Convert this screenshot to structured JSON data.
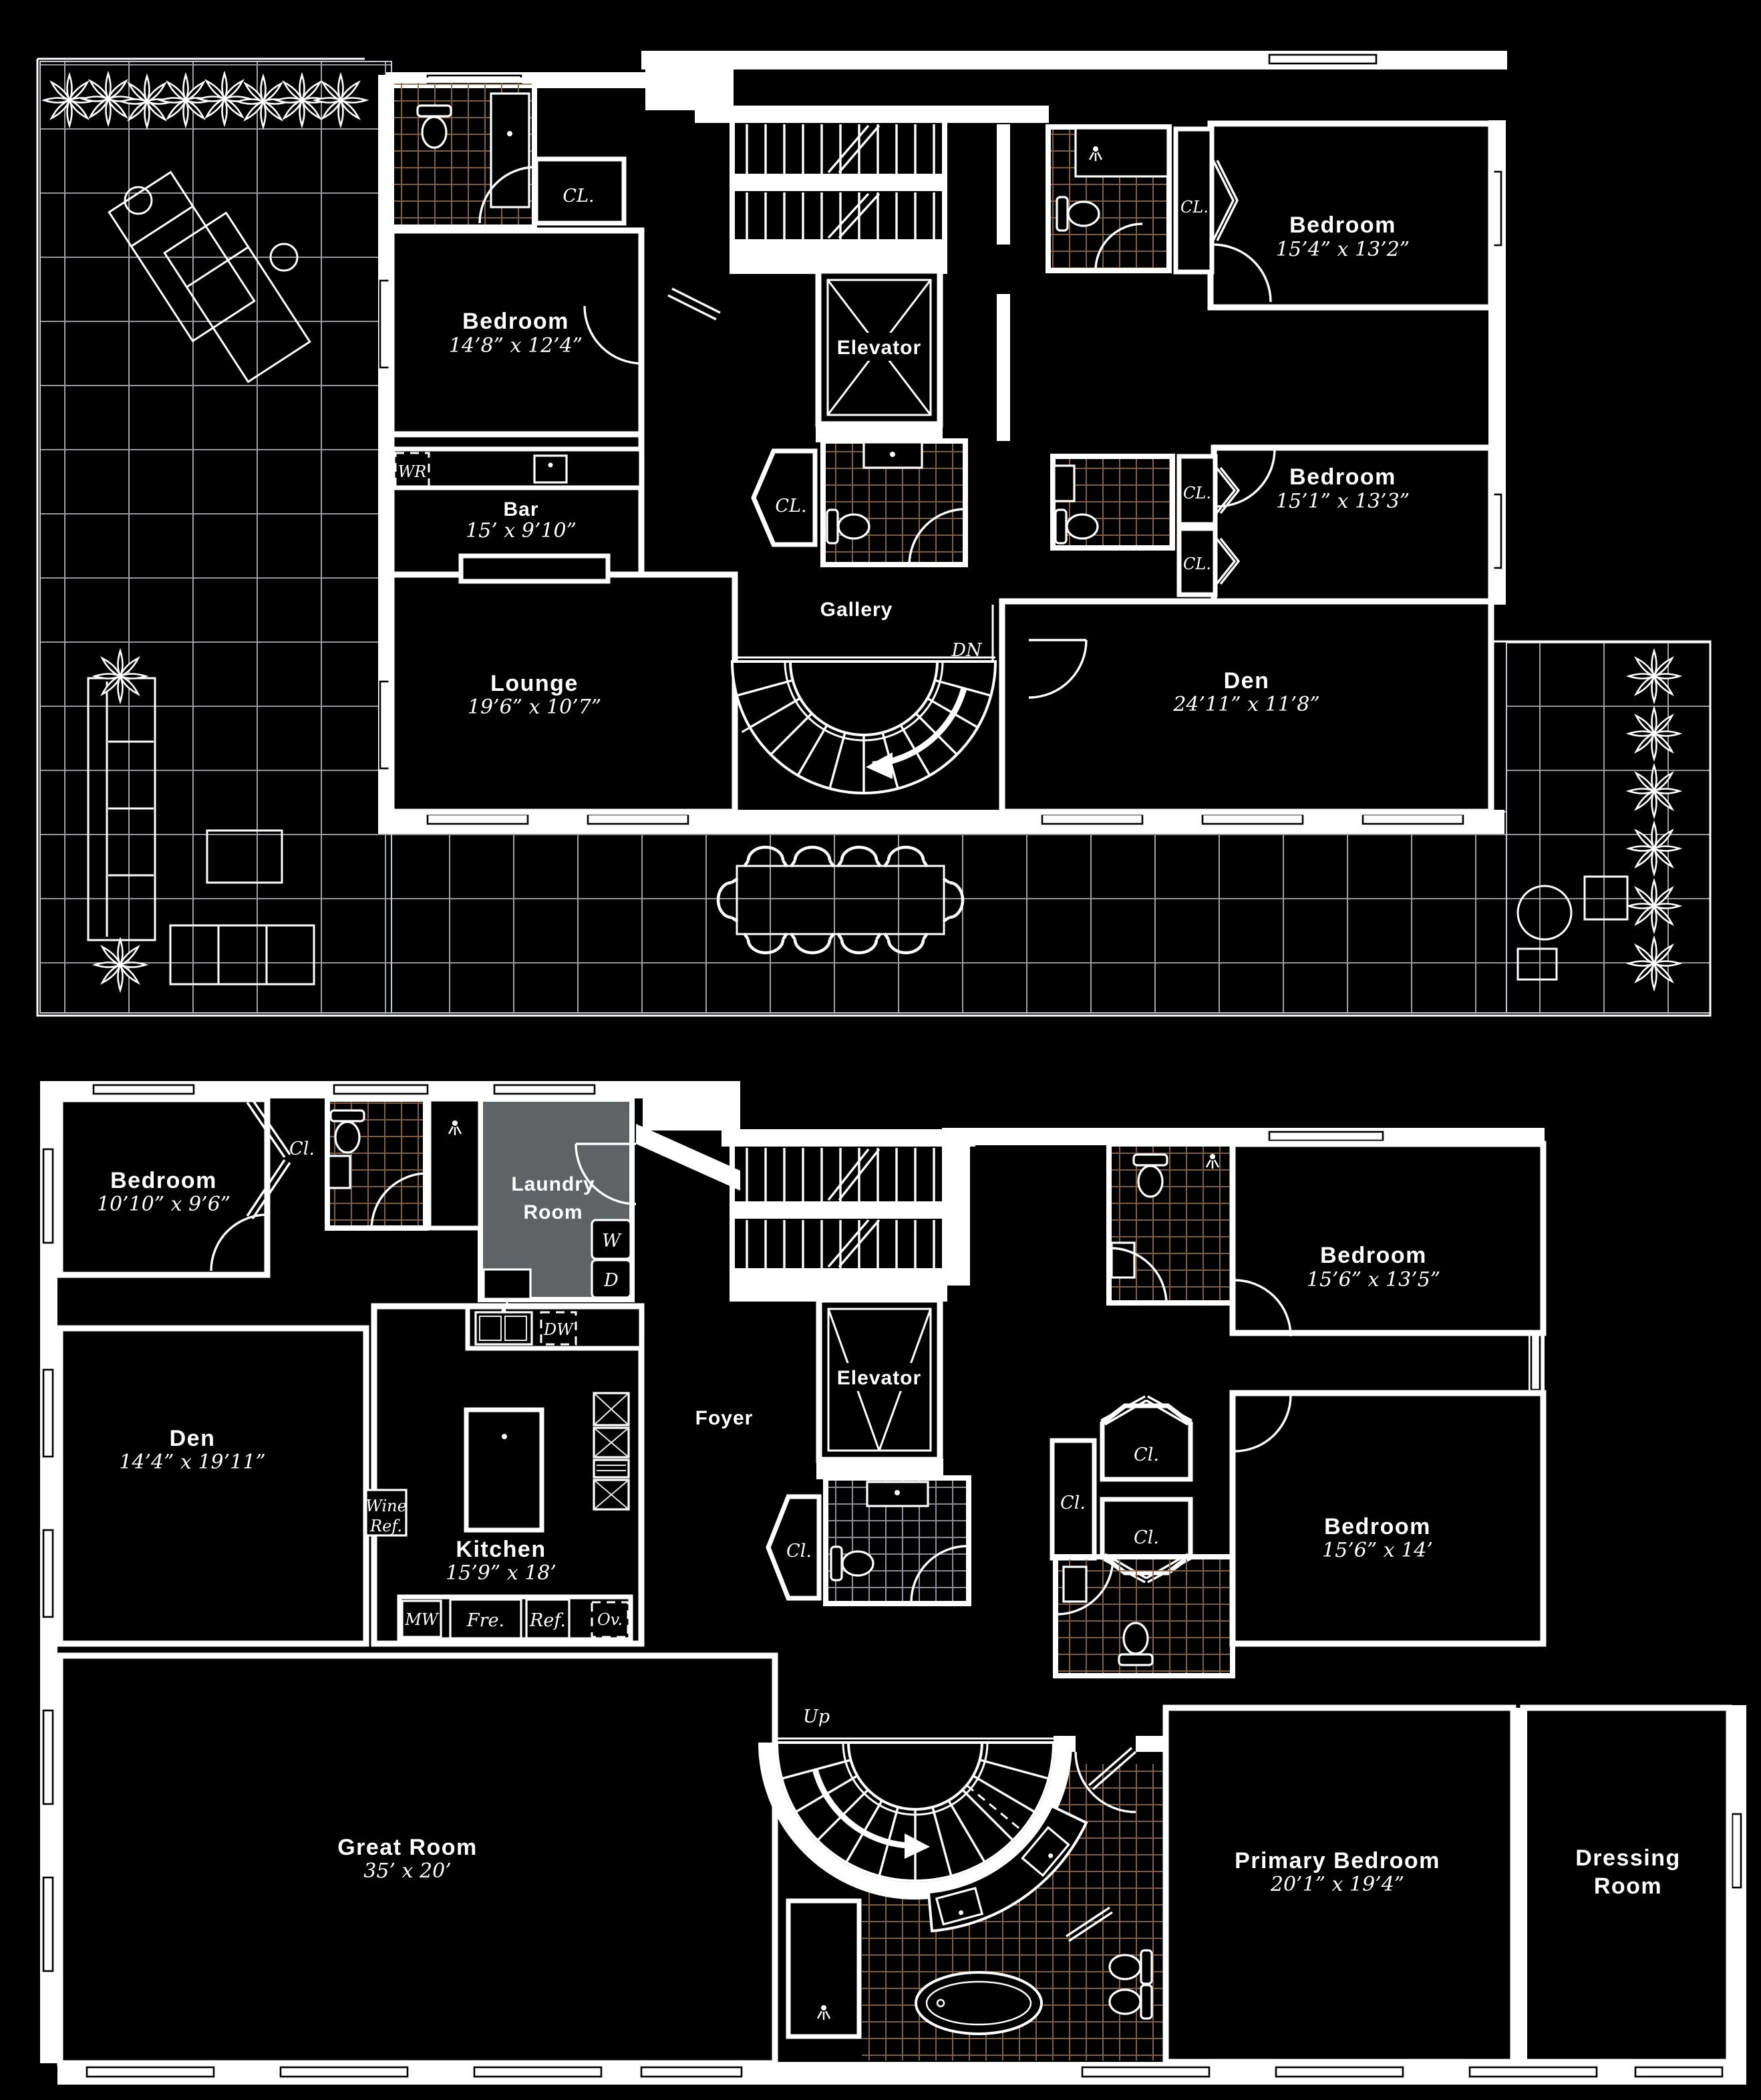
{
  "palette": {
    "background": "#000000",
    "walls_lines": "#ffffff",
    "bath_tile": "#8d6a4c",
    "terrace_tile_line": "#c6c9ce",
    "laundry_fill": "#5f6366"
  },
  "upper": {
    "bedroom_nw": {
      "name": "Bedroom",
      "dims": "14’8” x 12’4”"
    },
    "bar": {
      "name": "Bar",
      "dims": "15’ x 9’10”"
    },
    "lounge": {
      "name": "Lounge",
      "dims": "19’6” x 10’7”"
    },
    "gallery": {
      "name": "Gallery"
    },
    "den": {
      "name": "Den",
      "dims": "24’11” x 11’8”"
    },
    "bedroom_ne": {
      "name": "Bedroom",
      "dims": "15’4” x 13’2”"
    },
    "bedroom_e": {
      "name": "Bedroom",
      "dims": "15’1” x 13’3”"
    },
    "elevator": {
      "name": "Elevator"
    },
    "stair_dn": "DN",
    "wr": "WR",
    "cl": "CL."
  },
  "lower": {
    "bedroom_nw": {
      "name": "Bedroom",
      "dims": "10’10” x 9’6”"
    },
    "laundry": {
      "line1": "Laundry",
      "line2": "Room"
    },
    "washer": "W",
    "dryer": "D",
    "foyer": {
      "name": "Foyer"
    },
    "elevator": {
      "name": "Elevator"
    },
    "den": {
      "name": "Den",
      "dims": "14’4” x 19’11”"
    },
    "kitchen": {
      "name": "Kitchen",
      "dims": "15’9” x 18’"
    },
    "wine_ref": {
      "line1": "Wine",
      "line2": "Ref."
    },
    "mw": "MW",
    "fre": "Fre.",
    "refg": "Ref.",
    "ov": "Ov.",
    "dw": "DW",
    "bedroom_ne": {
      "name": "Bedroom",
      "dims": "15’6” x 13’5”"
    },
    "bedroom_e": {
      "name": "Bedroom",
      "dims": "15’6” x 14’"
    },
    "great_room": {
      "name": "Great Room",
      "dims": "35’ x 20’"
    },
    "primary_bedroom": {
      "name": "Primary Bedroom",
      "dims": "20’1” x 19’4”"
    },
    "dressing": {
      "line1": "Dressing",
      "line2": "Room"
    },
    "stair_up": "Up",
    "cl": "Cl."
  }
}
